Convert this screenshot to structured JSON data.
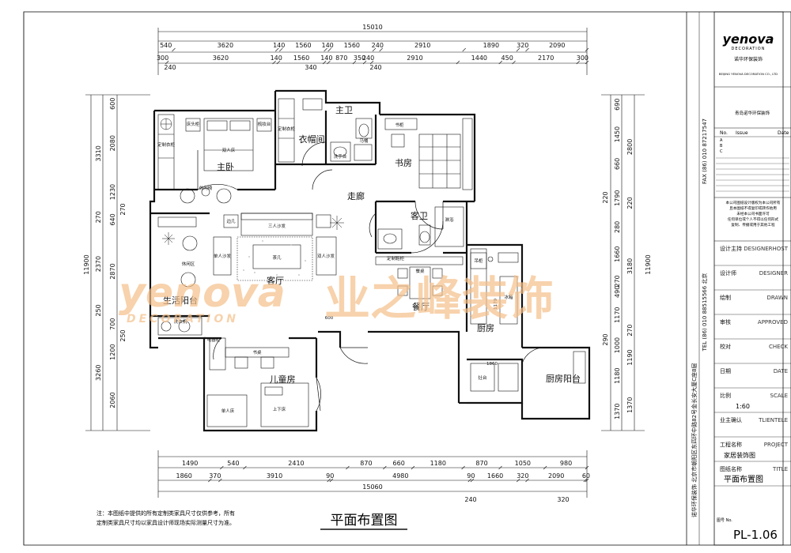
{
  "drawing_title": "平面布置图",
  "drawing_note": [
    "注：本图纸中提供的所有定制类家具尺寸仅供参考，所有",
    "定制类家具尺寸均以家具设计师现场实际测量尺寸为准。"
  ],
  "watermark": {
    "brand": "yenova",
    "brand_sub": "DECORATION",
    "cn": "业之峰装饰",
    "color": "#f5c08a"
  },
  "dimensions": {
    "top_total": "15010",
    "top_row1": [
      "540",
      "3620",
      "140",
      "1560",
      "140",
      "1560",
      "240",
      "2910",
      "1890",
      "320",
      "2090"
    ],
    "top_row2": [
      "300",
      "3620",
      "140",
      "1560",
      "140",
      "870",
      "350",
      "240",
      "2910",
      "1440",
      "450",
      "2170",
      "300"
    ],
    "top_row3": [
      "240",
      "340",
      "240"
    ],
    "bottom_row1": [
      "1490",
      "540",
      "2410",
      "870",
      "660",
      "1180",
      "870",
      "1050",
      "980"
    ],
    "bottom_row2": [
      "1860",
      "370",
      "3910",
      "90",
      "4980",
      "90",
      "1660",
      "320",
      "2090",
      "60"
    ],
    "bottom_row3": [
      "240",
      "320"
    ],
    "bottom_total": "15060",
    "left_outer_total": "11900",
    "left_outer": [
      "3310",
      "270",
      "2370",
      "250",
      "3260"
    ],
    "left_inner": [
      "600",
      "2080",
      "1230",
      "640",
      "2870",
      "700",
      "1200",
      "2060"
    ],
    "left_small": [
      "270",
      "250"
    ],
    "right_outer_total": "11900",
    "right_outer": [
      "2800",
      "220",
      "3180",
      "270",
      "1190",
      "1370"
    ],
    "right_inner": [
      "690",
      "1450",
      "660",
      "1790",
      "280",
      "1660",
      "270",
      "490",
      "1170",
      "1000",
      "1180",
      "1370"
    ],
    "right_small": [
      "220",
      "290"
    ]
  },
  "rooms": [
    {
      "name": "主卧"
    },
    {
      "name": "衣帽间"
    },
    {
      "name": "主卫"
    },
    {
      "name": "书房"
    },
    {
      "name": "走廊"
    },
    {
      "name": "客卫"
    },
    {
      "name": "客厅"
    },
    {
      "name": "生活阳台"
    },
    {
      "name": "餐厅"
    },
    {
      "name": "厨房"
    },
    {
      "name": "儿童房"
    },
    {
      "name": "厨房阳台"
    }
  ],
  "fixtures": [
    "双人床",
    "床头柜",
    "定制衣柜",
    "定制衣柜",
    "梳妆台",
    "休闲椅",
    "定制鞋柜",
    "三人沙发",
    "单人沙发",
    "双人沙发",
    "茶几",
    "边几",
    "休闲区",
    "餐桌",
    "冰箱",
    "吊柜",
    "书桌",
    "上下床",
    "洗衣机",
    "电器柜",
    "洗手台",
    "马桶",
    "淋浴",
    "书柜",
    "单人床",
    "灶台"
  ],
  "door_width_label": "600",
  "kitchen_labels": [
    "1170",
    "1860"
  ],
  "title_block": {
    "logo": "yenova",
    "logo_sub": "DECORATION",
    "company_cn": "诺华环保装饰",
    "company_en_line": "BEIJING YENOVA DECORATION CO., LTD",
    "company_cn2": "青岛诺华环保装饰",
    "revision_headers": [
      "No.",
      "Issue",
      "Date"
    ],
    "revision_marks": [
      "A",
      "B",
      "C"
    ],
    "notice": [
      "本公司图纸设计版权为本公司所有",
      "且本图纸不得复印或转作他用",
      "未经本公司书面许可",
      "任何单位或个人不得以任何形式",
      "复制、传播或用于其他工程"
    ],
    "rows": [
      {
        "cn": "设计主持",
        "en": "DESIGNERHOST",
        "value": ""
      },
      {
        "cn": "设计师",
        "en": "DESIGNER",
        "value": ""
      },
      {
        "cn": "绘制",
        "en": "DRAWN",
        "value": ""
      },
      {
        "cn": "审核",
        "en": "APPROVED",
        "value": ""
      },
      {
        "cn": "校对",
        "en": "CHECK",
        "value": ""
      },
      {
        "cn": "日期",
        "en": "DATE",
        "value": ""
      },
      {
        "cn": "比例",
        "en": "SCALE",
        "value": "1:60"
      },
      {
        "cn": "业主确认",
        "en": "TLIENTELE",
        "value": ""
      },
      {
        "cn": "工程名称",
        "en": "PROJECT",
        "value": "家居装饰图"
      },
      {
        "cn": "图纸名称",
        "en": "TITLE",
        "value": "平面布置图"
      }
    ],
    "drawing_no_label": "图号 No.",
    "drawing_no": "PL-1.06"
  },
  "vertical_contact": {
    "fax": "FAX (86) 010 87217547",
    "tel": "TEL (86) 010 88515566  北京",
    "address": "诺华环保装饰  北京市朝阳区东四环中路82号金长安大厦C座8层"
  }
}
